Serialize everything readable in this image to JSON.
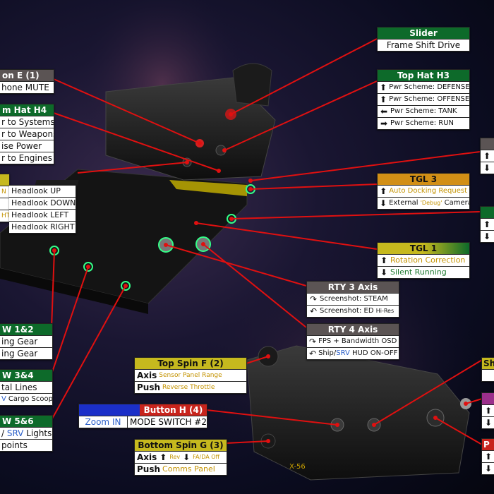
{
  "colors": {
    "line": "#e01010",
    "header_green": "#0d6a2a",
    "header_gray": "#5b5454",
    "header_yellow": "#c6b91e",
    "header_orange": "#d28f16",
    "header_red": "#c8241c",
    "blue_tab": "#1b2fc8"
  },
  "slider": {
    "title": "Slider",
    "rows": [
      "Frame Shift Drive"
    ]
  },
  "top_hat_h3": {
    "title": "Top Hat H3",
    "rows": [
      "Pwr Scheme: DEFENSE",
      "Pwr Scheme: OFFENSE",
      "Pwr Scheme: TANK",
      "Pwr Scheme: RUN"
    ],
    "icons": [
      "arrow-up-icon",
      "arrow-up-icon",
      "arrow-left-icon",
      "arrow-right-icon"
    ]
  },
  "button_e": {
    "title": "on E (1)",
    "rows": [
      "hone MUTE"
    ]
  },
  "hat_h4": {
    "title": "m Hat H4",
    "rows": [
      "r to Systems",
      "r to Weapons",
      "ise Power",
      "r to Engines"
    ]
  },
  "headlook": {
    "rows": [
      "Headlook UP",
      "Headlook DOWN",
      "Headlook LEFT",
      "Headlook RIGHT"
    ],
    "left_rows": [
      "",
      "N",
      "",
      "HT"
    ]
  },
  "tgl3": {
    "title": "TGL 3",
    "row1": "Auto Docking Request",
    "row2_a": "External ",
    "row2_b": "'Debug'",
    "row2_c": " Camera"
  },
  "tgl1": {
    "title": "TGL 1",
    "row1": "Rotation Correction",
    "row2": "Silent Running"
  },
  "rty3": {
    "title": "RTY 3 Axis",
    "row1": "Screenshot: STEAM",
    "row2_a": "Screenshot: ED ",
    "row2_b": "Hi-Res"
  },
  "rty4": {
    "title": "RTY 4 Axis",
    "row1": "FPS + Bandwidth OSD",
    "row2_a": "Ship/",
    "row2_b": "SRV",
    "row2_c": " HUD ON-OFF"
  },
  "sw12": {
    "title": "W 1&2",
    "rows": [
      "ing Gear",
      "ing Gear"
    ]
  },
  "sw34": {
    "title": "W 3&4",
    "row1": "tal Lines",
    "row2_a": "V",
    "row2_b": " Cargo Scoop"
  },
  "sw56": {
    "title": "W 5&6",
    "row1_a": "/ ",
    "row1_b": "SRV",
    "row1_c": " Lights",
    "row2": "points"
  },
  "top_spin_f": {
    "title": "Top Spin F (2)",
    "axis_label": "Axis",
    "axis_value": "Sensor Panel Range",
    "push_label": "Push",
    "push_value": "Reverse Throttle"
  },
  "button_h": {
    "title": "Button H (4)",
    "zoom": "Zoom IN",
    "mode": "MODE SWITCH #2"
  },
  "bottom_spin_g": {
    "title": "Bottom Spin G (3)",
    "axis_label": "Axis",
    "rev": "Rev",
    "fa": "FA/DA Off",
    "push_label": "Push",
    "push_value": "Comms Panel"
  },
  "right_edge": {
    "sh": "Sh",
    "p": "P"
  },
  "hardware": {
    "throttle_brand": "X-56"
  }
}
